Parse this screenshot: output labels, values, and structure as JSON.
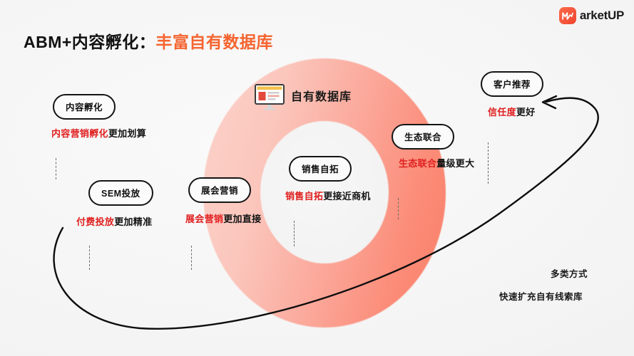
{
  "logo": {
    "mark": "marketup-logo-icon",
    "text": "arketUP"
  },
  "title": {
    "black": "ABM+内容孵化：",
    "orange": "丰富自有数据库"
  },
  "center": {
    "icon": "monitor-database-icon",
    "label": "自有数据库"
  },
  "nodes": [
    {
      "id": "content-incubation",
      "pill": "内容孵化",
      "red": "内容营销孵化",
      "black": "更加划算"
    },
    {
      "id": "sem",
      "pill": "SEM投放",
      "red": "付费投放",
      "black": "更加精准"
    },
    {
      "id": "expo-marketing",
      "pill": "展会营销",
      "red": "展会营销",
      "black": "更加直接"
    },
    {
      "id": "sales-outreach",
      "pill": "销售自拓",
      "red": "销售自拓",
      "black": "更接近商机"
    },
    {
      "id": "eco-alliance",
      "pill": "生态联合",
      "red": "生态联合",
      "black": "量级更大"
    },
    {
      "id": "customer-referral",
      "pill": "客户推荐",
      "red": "信任度",
      "black": "更好"
    }
  ],
  "outcome": {
    "line1": "多类方式",
    "line2": "快速扩充自有线索库"
  },
  "colors": {
    "accent_orange": "#f5642f",
    "accent_red": "#e02020",
    "donut_light": "#fbd3cb",
    "donut_dark": "#fa7f68",
    "ink": "#141414",
    "background": "#f4f4f4"
  }
}
